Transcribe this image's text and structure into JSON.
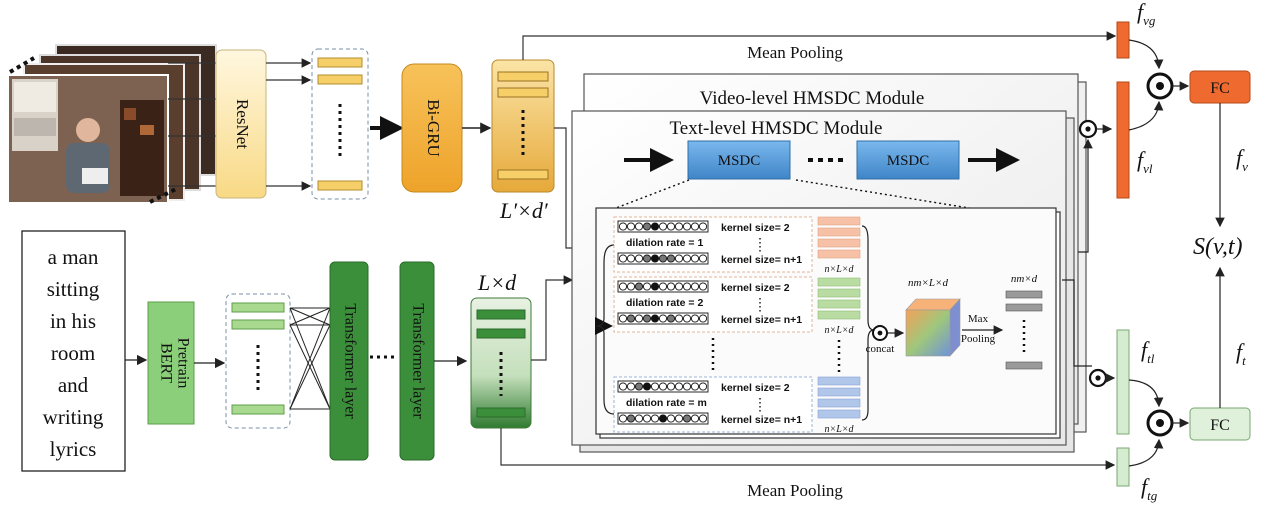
{
  "video_stream": {
    "encoder_label": "ResNet",
    "temporal_label": "Bi-GRU",
    "video_feature_dim": "L′×d′",
    "global_pool_label": "Mean Pooling"
  },
  "text_stream": {
    "caption_lines": [
      "a man",
      "sitting",
      "in his",
      "room",
      "and",
      "writing",
      "lyrics"
    ],
    "bert_label_lines": [
      "BERT",
      "Pretrain"
    ],
    "transformer_label": "Transformer layer",
    "text_feature_dim": "L×d",
    "global_pool_label": "Mean Pooling"
  },
  "hmsdc": {
    "video_module_title": "Video-level HMSDC Module",
    "text_module_title": "Text-level HMSDC Module",
    "msdc_label": "MSDC",
    "branches": [
      {
        "dilation_label": "dilation rate = 1",
        "kernel_first": "kernel size= 2",
        "kernel_last": "kernel size= n+1",
        "color": "#f6c1a6"
      },
      {
        "dilation_label": "dilation rate = 2",
        "kernel_first": "kernel size= 2",
        "kernel_last": "kernel size= n+1",
        "color": "#b9dca2"
      },
      {
        "dilation_label": "dilation rate = m",
        "kernel_first": "kernel size= 2",
        "kernel_last": "kernel size= n+1",
        "color": "#b1c7ea"
      }
    ],
    "branch_output_label": "n×L×d",
    "concat_label": "concat",
    "cube_label": "nm×L×d",
    "pooling_label_lines": [
      "Max",
      "Pooling"
    ],
    "pooled_label": "nm×d"
  },
  "fusion": {
    "f_vg": {
      "main": "f",
      "sub": "vg"
    },
    "f_vl": {
      "main": "f",
      "sub": "vl"
    },
    "f_v": {
      "main": "f",
      "sub": "v"
    },
    "f_tl": {
      "main": "f",
      "sub": "tl"
    },
    "f_tg": {
      "main": "f",
      "sub": "tg"
    },
    "f_t": {
      "main": "f",
      "sub": "t"
    },
    "fc_label": "FC",
    "similarity_label": "S(v,t)"
  },
  "colors": {
    "orange": "#ee6a2f",
    "yellow_gradient": "#f7d98a",
    "green_dark": "#3b8e3a",
    "green_light": "#cfe6c8",
    "msdc_blue": "#4f95d4"
  }
}
